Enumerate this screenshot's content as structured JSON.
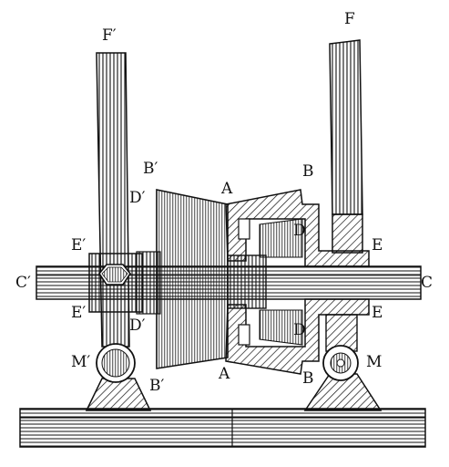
{
  "labels": {
    "F_prime": "F′",
    "F": "F",
    "B_prime_top": "B′",
    "D_prime_top": "D′",
    "A_top": "A",
    "B_top": "B",
    "D_top": "D",
    "E_prime_top": "E′",
    "E_top": "E",
    "C_prime": "C′",
    "C": "C",
    "E_prime_bottom": "E′",
    "E_bottom": "E",
    "D_prime_bottom": "D′",
    "D_bottom": "D",
    "M_prime": "M′",
    "M": "M",
    "B_prime_bottom": "B′",
    "A_bottom": "A",
    "B_bottom": "B"
  },
  "colors": {
    "ink": "#111111",
    "paper": "#ffffff"
  }
}
